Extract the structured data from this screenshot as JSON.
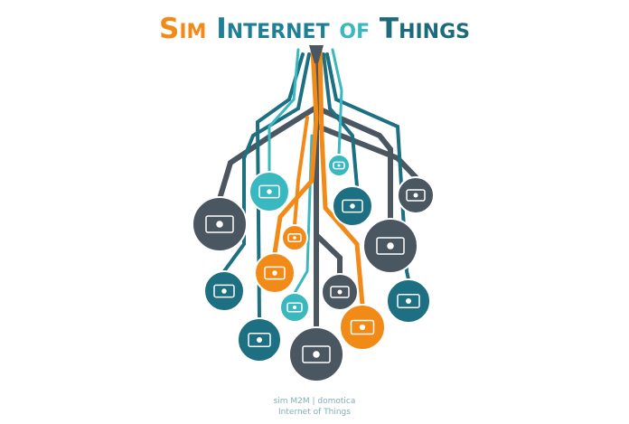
{
  "title": {
    "sim": "Sim",
    "internet": "Internet",
    "of": "of",
    "things": "Things"
  },
  "colors": {
    "orange": "#f28a17",
    "gray": "#4a5660",
    "teal": "#3ab8bf",
    "dark_teal": "#1d6f82"
  },
  "nodes": [
    {
      "icon": "bulldozer-icon"
    },
    {
      "icon": "gauge-panel-icon"
    },
    {
      "icon": "smart-meter-icon"
    },
    {
      "icon": "security-camera-icon"
    },
    {
      "icon": "tractor-icon"
    },
    {
      "icon": "pos-terminal-icon"
    },
    {
      "icon": "microchip-icon"
    },
    {
      "icon": "connected-car-icon"
    },
    {
      "icon": "solar-panel-icon"
    },
    {
      "icon": "factory-icon"
    },
    {
      "icon": "water-meter-icon"
    },
    {
      "icon": "traffic-light-icon"
    },
    {
      "icon": "vending-machine-icon"
    },
    {
      "icon": "tanker-truck-icon"
    },
    {
      "icon": "wifi-router-icon"
    }
  ],
  "footer": {
    "line1": "sim M2M | domotica",
    "line2": "Internet of Things"
  }
}
